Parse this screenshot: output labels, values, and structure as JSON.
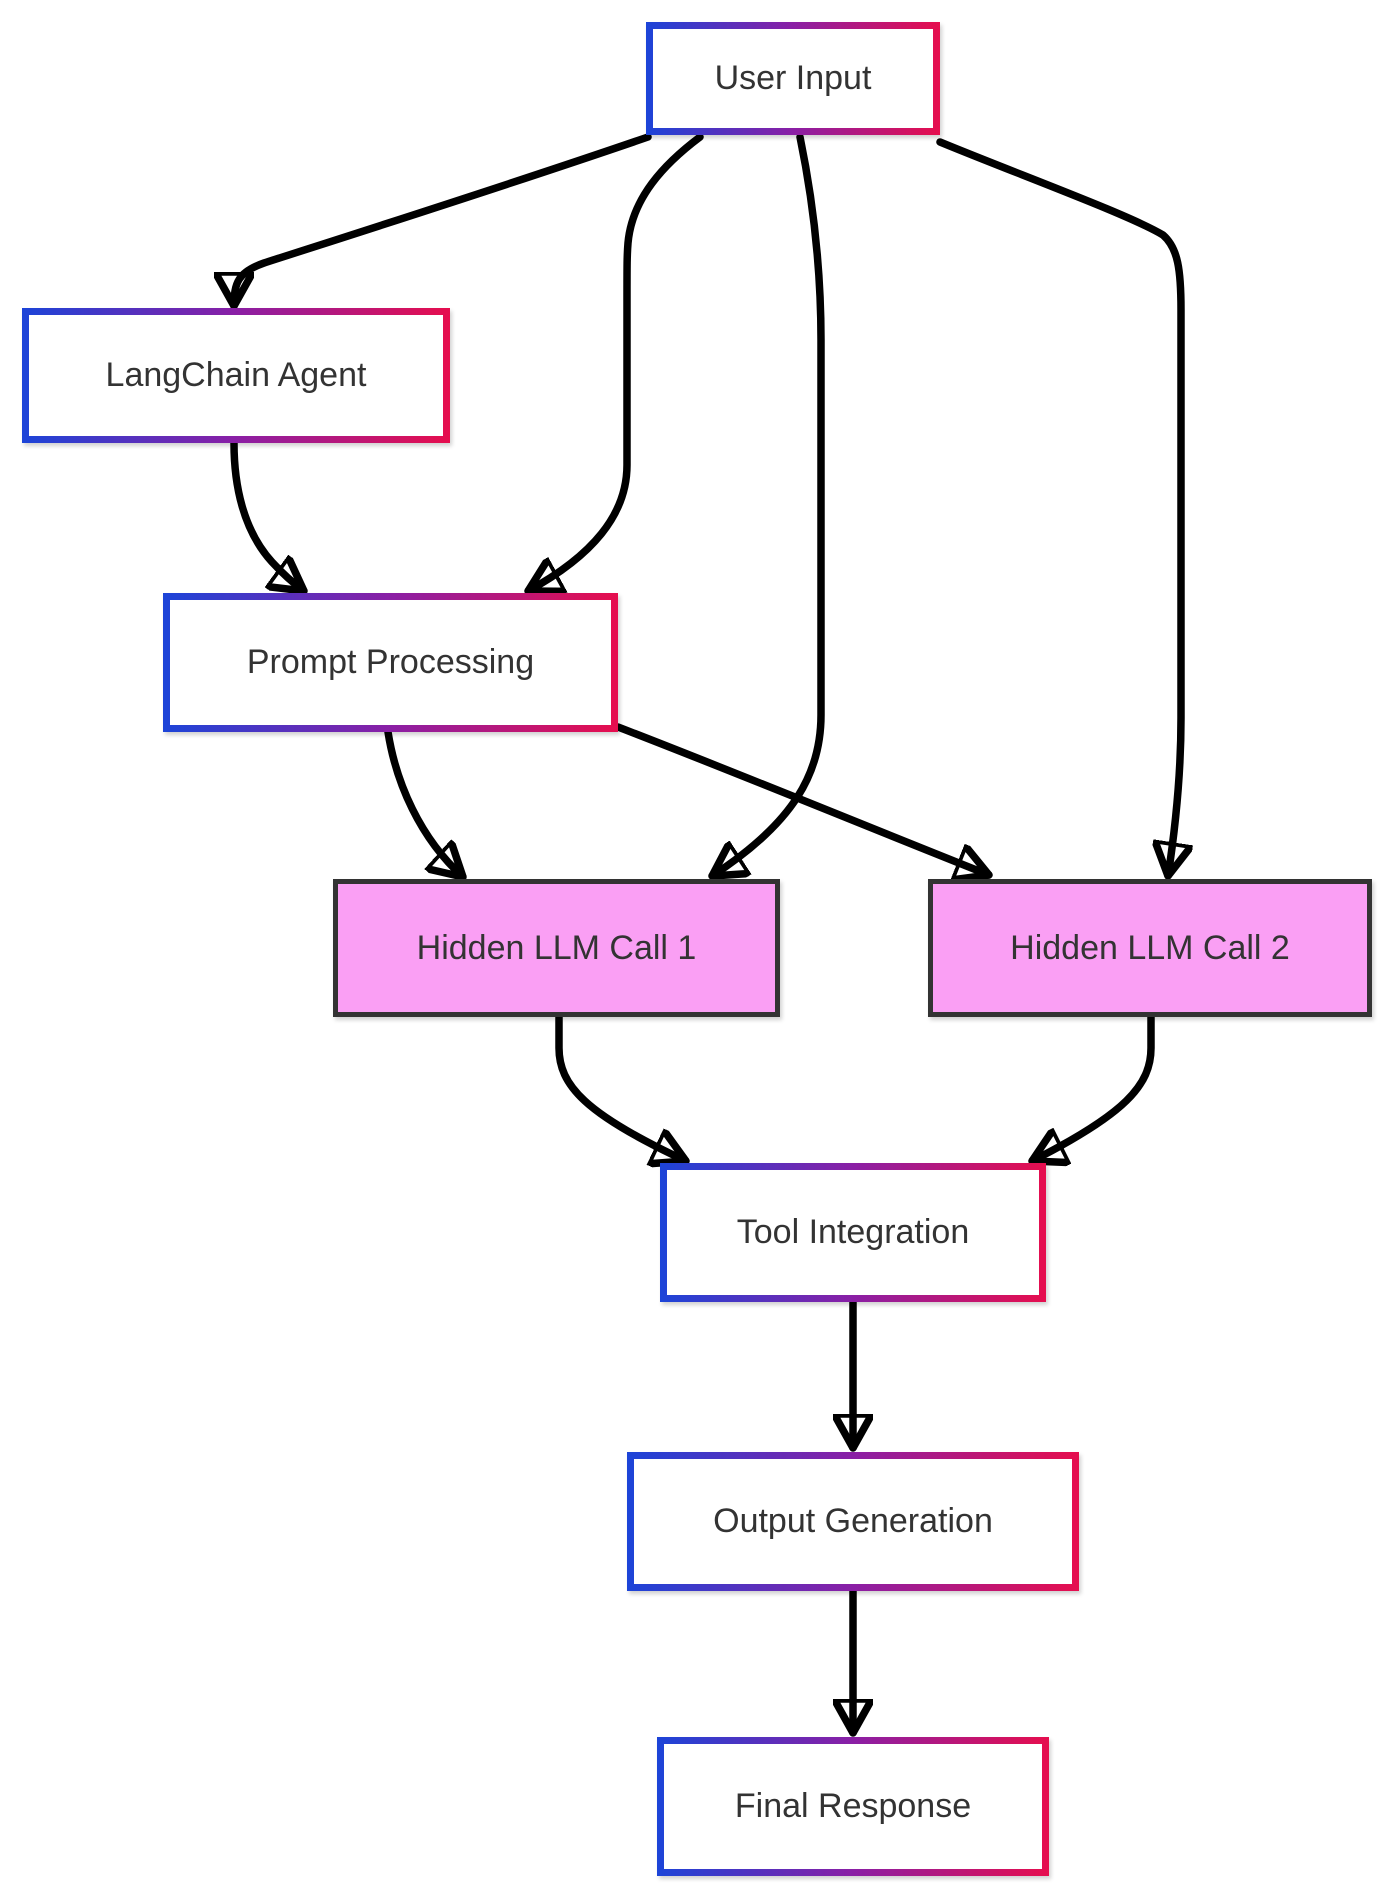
{
  "diagram": {
    "type": "flowchart",
    "direction": "top-down",
    "background": "#ffffff"
  },
  "colors": {
    "gradient_start": "#1c44d8",
    "gradient_mid": "#8a1fa5",
    "gradient_end": "#e60e4e",
    "pink_fill": "#fa9ff4",
    "pink_border": "#333333",
    "node_fill": "#ffffff",
    "text_color": "#333333",
    "arrow_color": "#000000",
    "bg": "#ffffff"
  },
  "nodes": [
    {
      "id": "user-input",
      "label": "User Input",
      "style": "gradient"
    },
    {
      "id": "langchain-agent",
      "label": "LangChain Agent",
      "style": "gradient"
    },
    {
      "id": "prompt-processing",
      "label": "Prompt Processing",
      "style": "gradient"
    },
    {
      "id": "hidden-llm-call-1",
      "label": "Hidden LLM Call 1",
      "style": "pink"
    },
    {
      "id": "hidden-llm-call-2",
      "label": "Hidden LLM Call 2",
      "style": "pink"
    },
    {
      "id": "tool-integration",
      "label": "Tool Integration",
      "style": "gradient"
    },
    {
      "id": "output-generation",
      "label": "Output Generation",
      "style": "gradient"
    },
    {
      "id": "final-response",
      "label": "Final Response",
      "style": "gradient"
    }
  ],
  "edges": [
    {
      "from": "user-input",
      "to": "langchain-agent"
    },
    {
      "from": "langchain-agent",
      "to": "prompt-processing"
    },
    {
      "from": "user-input",
      "to": "prompt-processing"
    },
    {
      "from": "prompt-processing",
      "to": "hidden-llm-call-1"
    },
    {
      "from": "prompt-processing",
      "to": "hidden-llm-call-2"
    },
    {
      "from": "user-input",
      "to": "hidden-llm-call-1"
    },
    {
      "from": "user-input",
      "to": "hidden-llm-call-2"
    },
    {
      "from": "hidden-llm-call-1",
      "to": "tool-integration"
    },
    {
      "from": "hidden-llm-call-2",
      "to": "tool-integration"
    },
    {
      "from": "tool-integration",
      "to": "output-generation"
    },
    {
      "from": "output-generation",
      "to": "final-response"
    }
  ]
}
